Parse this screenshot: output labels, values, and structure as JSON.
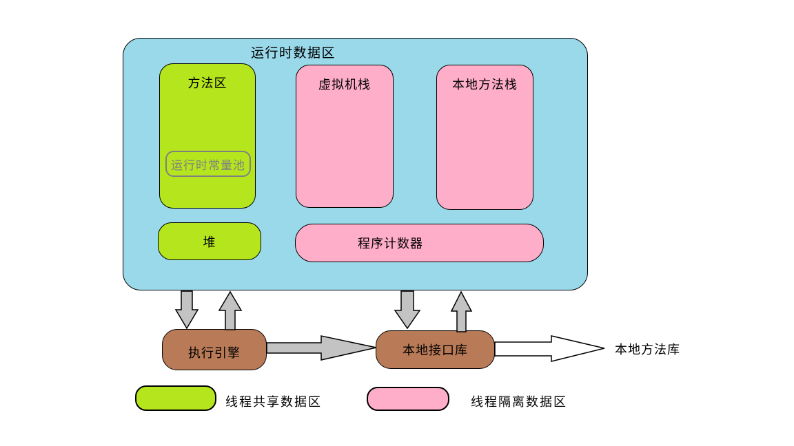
{
  "diagram": {
    "title": "运行时数据区",
    "method_area": "方法区",
    "runtime_constant_pool": "运行时常量池",
    "vm_stack": "虚拟机栈",
    "native_method_stack": "本地方法栈",
    "heap": "堆",
    "program_counter": "程序计数器",
    "execution_engine": "执行引擎",
    "native_interface": "本地接口库",
    "native_method_library": "本地方法库"
  },
  "legend": [
    {
      "label": "线程共享数据区",
      "color": "#B5E61D"
    },
    {
      "label": "线程隔离数据区",
      "color": "#FFAEC9"
    }
  ],
  "colors": {
    "runtime_container_fill": "#99D9EA",
    "thread_shared_fill": "#B5E61D",
    "thread_isolated_fill": "#FFAEC9",
    "engine_box_fill": "#B97A57",
    "arrow_fill": "#C3C3C3",
    "white_arrow_fill": "#FFFFFF",
    "constant_pool_gray": "#808080",
    "outline": "#000000",
    "background": "#FFFFFF"
  }
}
